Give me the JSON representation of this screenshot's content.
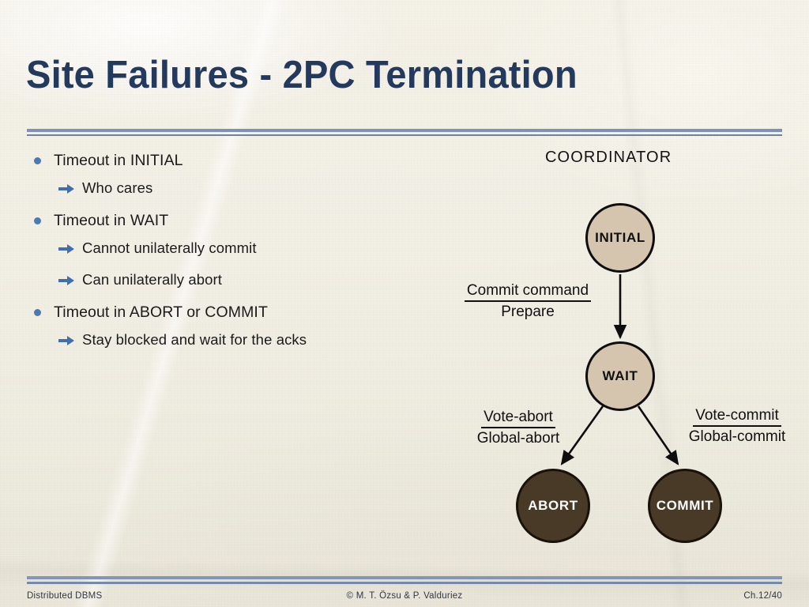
{
  "slide": {
    "title": "Site Failures - 2PC Termination",
    "background_color": "#f1eee4",
    "accent_color": "#7e93b2",
    "title_color": "#23395d"
  },
  "bullets": [
    {
      "level": 1,
      "text": "Timeout in INITIAL",
      "children": [
        {
          "level": 2,
          "text": "Who cares"
        }
      ]
    },
    {
      "level": 1,
      "text": "Timeout in WAIT",
      "children": [
        {
          "level": 2,
          "text": "Cannot unilaterally commit"
        },
        {
          "level": 2,
          "text": "Can unilaterally abort"
        }
      ]
    },
    {
      "level": 1,
      "text": "Timeout in ABORT or COMMIT",
      "children": [
        {
          "level": 2,
          "text": "Stay blocked and wait for the acks"
        }
      ]
    }
  ],
  "diagram": {
    "type": "state-machine",
    "heading": "COORDINATOR",
    "node_colors": {
      "light_fill": "#d5c5ae",
      "dark_fill": "#483a27",
      "outline": "#0d0d0d"
    },
    "nodes": [
      {
        "id": "initial",
        "label": "INITIAL",
        "style": "light"
      },
      {
        "id": "wait",
        "label": "WAIT",
        "style": "light"
      },
      {
        "id": "abort",
        "label": "ABORT",
        "style": "dark"
      },
      {
        "id": "commit",
        "label": "COMMIT",
        "style": "dark"
      }
    ],
    "transitions": [
      {
        "from": "initial",
        "to": "wait",
        "condition": "Commit command",
        "action": "Prepare"
      },
      {
        "from": "wait",
        "to": "abort",
        "condition": "Vote-abort",
        "action": "Global-abort"
      },
      {
        "from": "wait",
        "to": "commit",
        "condition": "Vote-commit",
        "action": "Global-commit"
      }
    ]
  },
  "footer": {
    "left": "Distributed DBMS",
    "center": "© M. T. Özsu & P. Valduriez",
    "right": "Ch.12/40"
  }
}
